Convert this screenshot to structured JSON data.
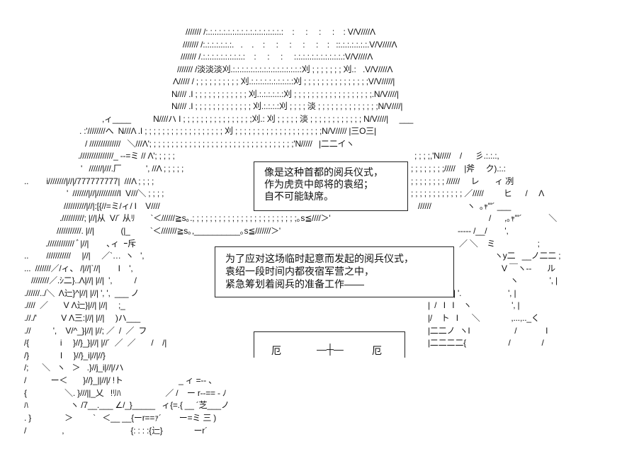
{
  "art": {
    "lines": [
      "/////// /:.:.:.:.:.:.:.:.:.:.:.:.:.:.:.:.:.:    :     :     :     :    : V/V////Λ",
      "/////// /:.:.:.:.:.:.:.   .    .    :     :     :     :     :    :   ::.:.:.:.:.:.:.V/V////Λ",
      "/////// /.:.:.:.:.:.:.:.:.:.:    :     :     :     :.:.:.:.:.:.:.:.:.:.:.:V/V////Λ",
      "/////// /淡淡淡刈.:.:.:.:.:.:.:.:.:.:.:.:.:.:.:.:刈 ; ; ; ; ; ; ; 刈.:   .V/V////Λ",
      "Λ///// / ; ; ; ; ; ; ; ; ; ; 刈.:.:.:.:.:.:.:.:.:.:刈 ; ; ; ; ; ; ; ; ; ; ; ; ; ; ;V/V/////|",
      "N//// .I ; ; ; ; ; ; ; ; ; ; ; ; 刈.:.:.:.:.:.:刈 ; ; ; ; ; ; ; ; ; ; ; ; ; ; ; ; ; ;.N/V////|",
      "N//// .I ; ; ; ; ; ; ; ; ; ; ; ; ; 刈.:.:.:.:刈 ; ; ; ; 淡 ; ; ; ; ; ; ; ; ; ; ; ; ; ;N/V////|",
      ",ィ____          N////ハ I ; ; ; ; ; ; ; ; ; ; ; ; ; ; ; ;刈.: 刈 ; ; ; ; ; 淡 ; ; ; ; ; ; ; ; ; ; ; ; N/V////|     ___",
      ". :'////////へ  N///Λ .I ; ; ; ; ; ; ; ; ; ; ; ; ; ; ; ; ; ; 刈 ; ; ; ; ; ; ; ; ; ; ; ; ; ; ; ; ; ; ; ;N/V///// |三O三|",
      "/ //////////////   ＼///Λ'; ; ; ; ; ; ; ; ; ; ; ; ; ; ; ; ; ; ; ; ; ; ; ; ; ; ; ; ; ; ; ; ;'N/////   |二二イヽ",
      ".///////////////_ --=ミ // Λ'; ; ; ; ;",
      "; ; ; ;,'N/////    /      彡.:.:.:,",
      "'   //////|///.厂           ', //Λ ; ; ; ; ;",
      "; ; ; ; ; ; ; ;/////    |斧     ク).:.:",
      "..        i////////|//|/777777777|  ///Λ ; ; ; ;",
      "; ; ; ; ; ; ; ; //////     レ       ィ 冽",
      "'  ///////|//|//////////I  V///＼ ; ; ; ;",
      "; ; ; ; ; ; ; ; ; ; ; ; ／/////         ヒ      /     Λ",
      "//////////|//|:[{//=ミ/ィ/ I    V////",
      "//////                ヽ  ｡ｬ'\"´ ___",
      ".//////////; |//|从  V/´ 从ﾘ       `＜//////≧s｡.; ; ; ; ; ; ; ; ; ; ; ; ; ; ; ; ; ; ; ; ; ; ; ;｡s≦////＞'",
      "/      ,｡ｬ'\"´            ＼",
      "///////////. |//|            (|_         `＜///////≧s｡,__________｡s≦///////＞'",
      "----- /__/        ',",
      ".//////////// ﾞ|//|        ､ィ  ｰ斥",
      "／ ＼    ミ                   ;",
      "..        ///////////     |//|     ／`…  ヽ   ',",
      "ヽy二   __ノ二二 ;",
      "...  ///////／/ィ、 /|//|`//|        I    ',",
      "V ￣ヽ--       ル",
      "////////／.ｼ二}..Λ|//| |//|  ',          /",
      "ヽ              ', |",
      ".//////../＼  Λ辷}^|//| |//| ', ',  ___ ノ",
      "| '.                     ', |",
      ".////  ／       V Λ辷}|//| |//|     ;_",
      "|  /   I   I    ヽ                  ', |",
      ".//./'           V Λ三:|//| |//|     )ハ___",
      "|/    ト   I      ＼              ,...,.._く",
      ".//          ',    V/^_}|//| |//; ／  /  ／  フ",
      "|二二ノ  ヽI                    /             I",
      "/{              i     }//}_}|//| |//´  ／  ／       /    /|",
      "|二二二二{                   /              /",
      "/}              I     }//}_i|//|//}",
      "/;      ＼   ヽ   ＞   .}//j_i|//|/ハ",
      "/           ー＜       }//}_||//|/ !ト                         _ ィ =-- 、",
      "{                 ＼. }///||_乂   !ﾘﾊ                    ／ /    ー r--== ‐ ﾉ",
      "ﾊ                   ヽ /7__.___ ∠/_}_____   ィ{=.{ __ ´芝___ノ",
      ". }               ＞         `   ＜__ __{ーr==ｧ´        ー=ミ 三 )",
      "/                ,                              {: : : :{辷}              ーr´"
    ]
  },
  "box1": {
    "lines": [
      "像是这种首都的阅兵仪式，",
      "作为虎贲中郎将的袁绍；",
      "自不可能缺席。"
    ]
  },
  "box2": {
    "lines": [
      "为了应对这场临时起意而发起的阅兵仪式，",
      "袁绍一段时间内都夜宿军营之中，",
      "紧急筹划着阅兵的准备工作——"
    ]
  },
  "sign": {
    "left": "厄",
    "center": "—┼—",
    "right": "厄"
  }
}
